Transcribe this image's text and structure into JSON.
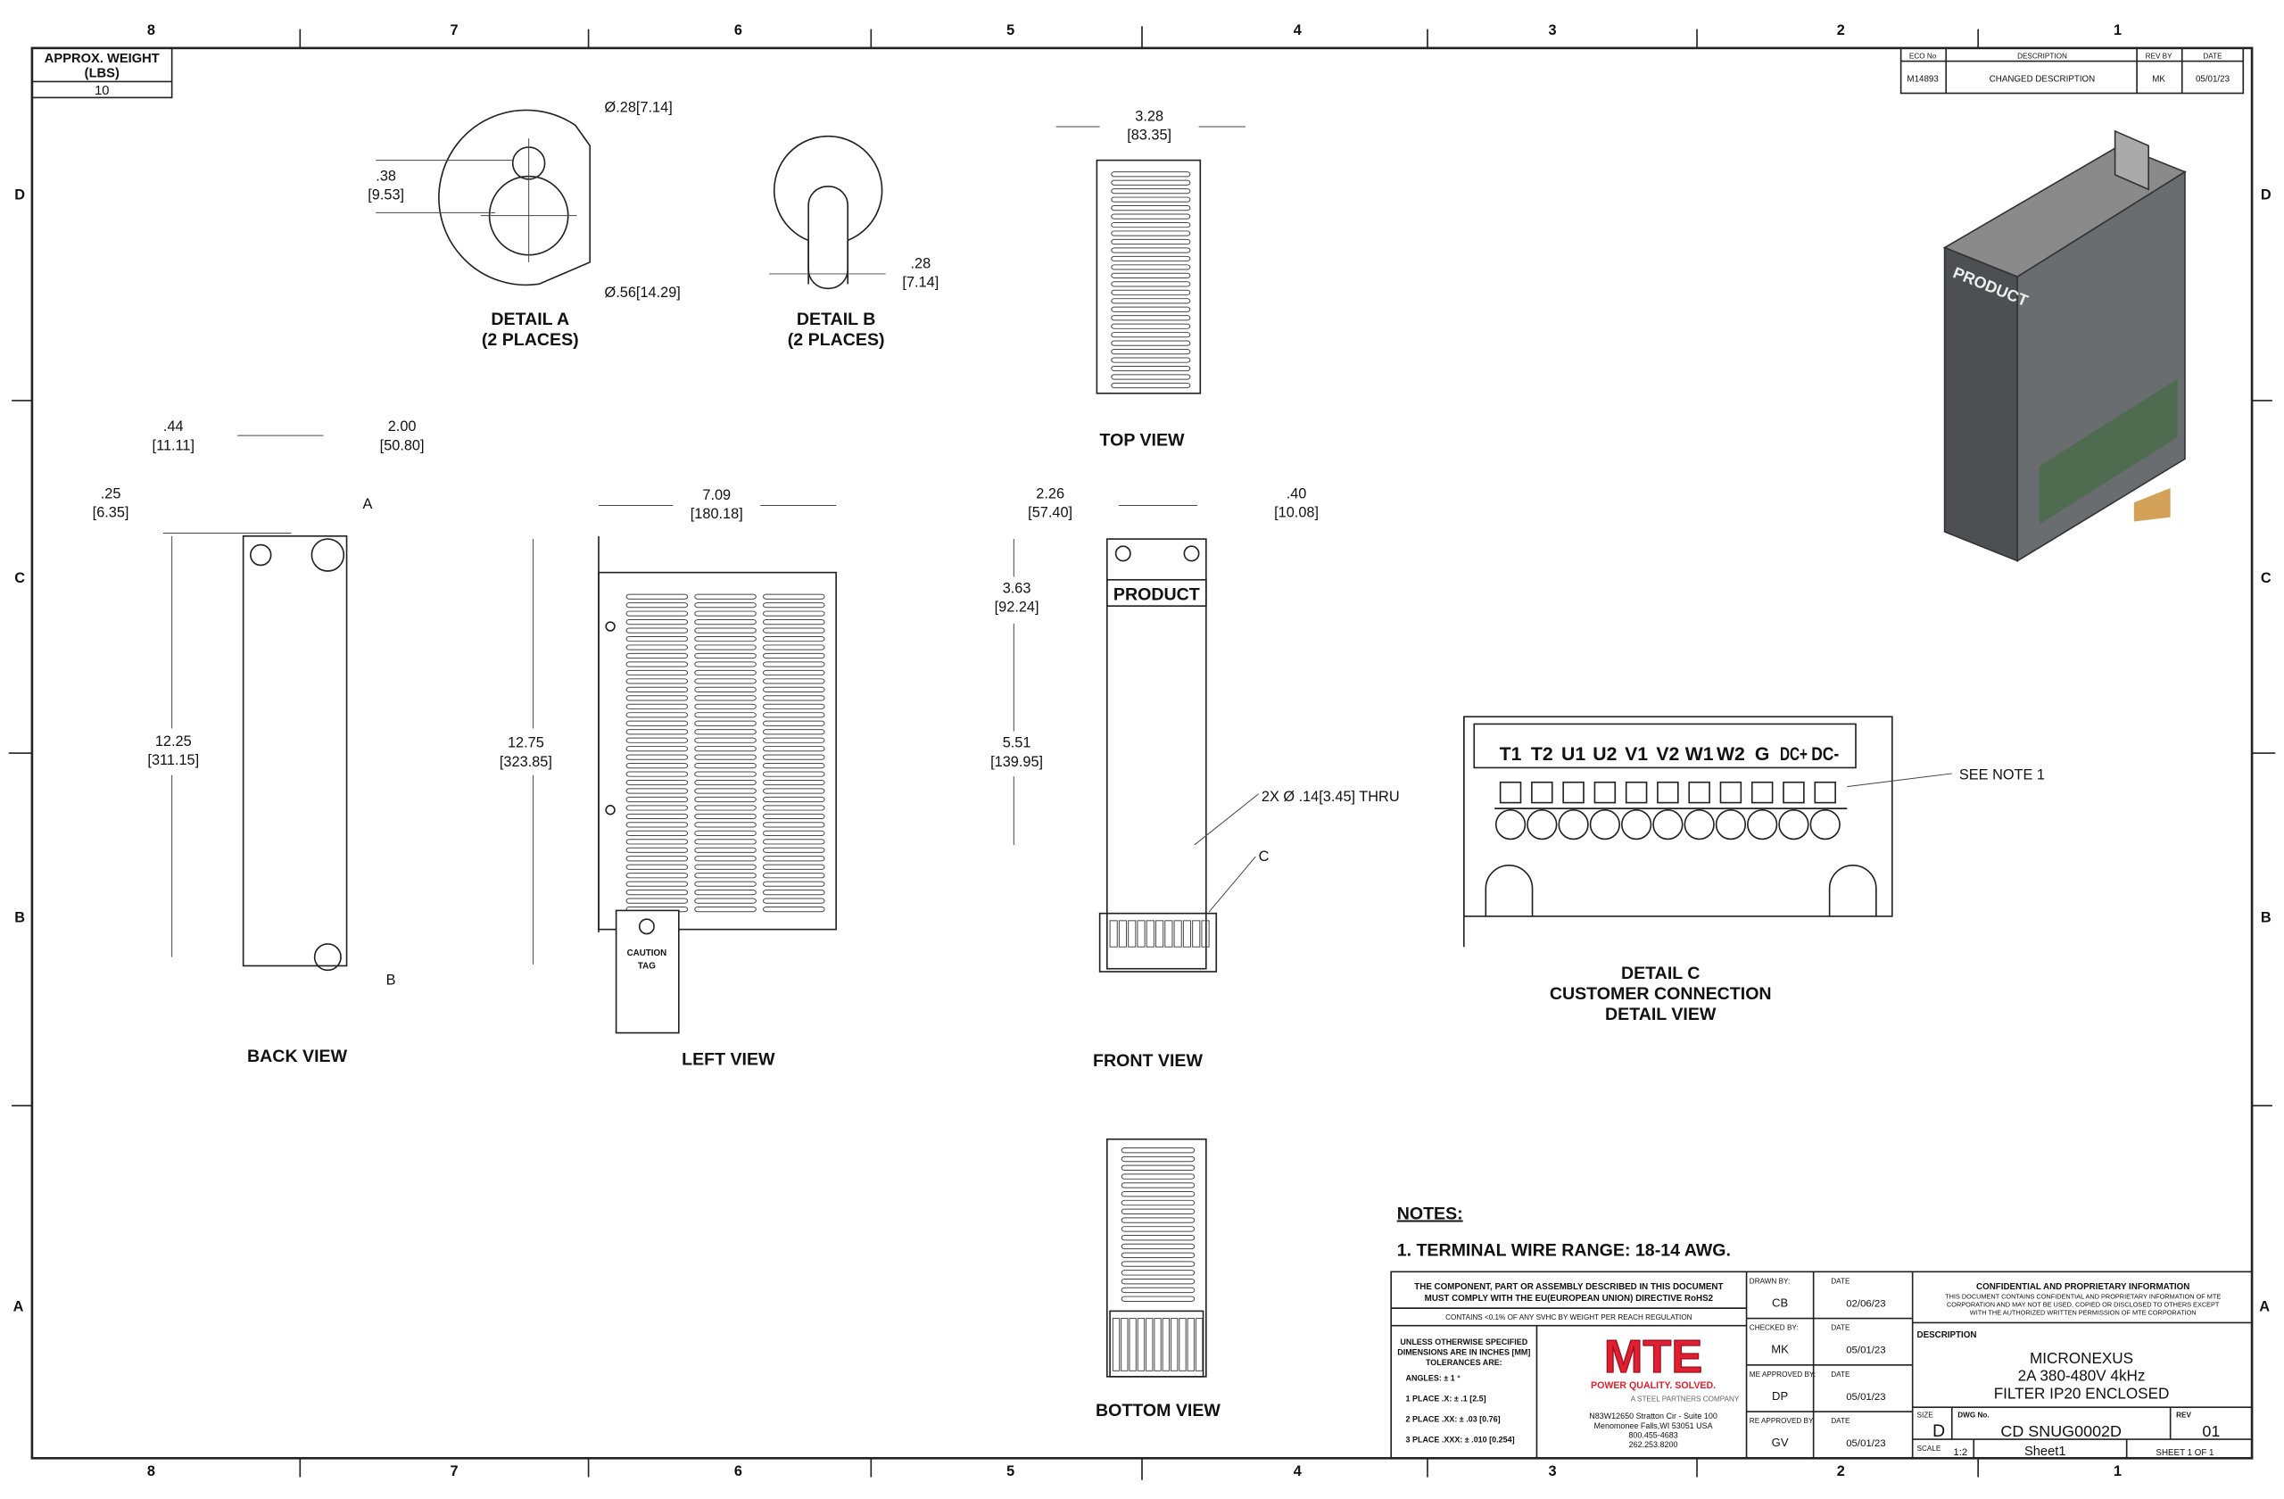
{
  "zones": {
    "cols": [
      "8",
      "7",
      "6",
      "5",
      "4",
      "3",
      "2",
      "1"
    ],
    "rows": [
      "D",
      "C",
      "B",
      "A"
    ]
  },
  "weight": {
    "label1": "APPROX. WEIGHT",
    "label2": "(LBS)",
    "value": "10"
  },
  "revision": {
    "headers": [
      "ECO No",
      "DESCRIPTION",
      "REV BY",
      "DATE"
    ],
    "row": [
      "M14893",
      "CHANGED DESCRIPTION",
      "MK",
      "05/01/23"
    ]
  },
  "views": {
    "detail_a": {
      "title": "DETAIL A",
      "sub": "(2 PLACES)",
      "dims": [
        ".38",
        "[9.53]",
        "Ø.28[7.14]",
        "Ø.56[14.29]"
      ]
    },
    "detail_b": {
      "title": "DETAIL B",
      "sub": "(2 PLACES)",
      "dims": [
        ".28",
        "[7.14]"
      ]
    },
    "top": {
      "title": "TOP VIEW",
      "dims": [
        "3.28",
        "[83.35]"
      ]
    },
    "back": {
      "title": "BACK VIEW",
      "dims": [
        ".44",
        "[11.11]",
        "2.00",
        "[50.80]",
        ".25",
        "[6.35]",
        "12.25",
        "[311.15]"
      ],
      "callouts": [
        "A",
        "B"
      ]
    },
    "left": {
      "title": "LEFT VIEW",
      "dims": [
        "7.09",
        "[180.18]",
        "12.75",
        "[323.85]"
      ],
      "tag": [
        "CAUTION",
        "TAG"
      ]
    },
    "front": {
      "title": "FRONT VIEW",
      "dims": [
        "2.26",
        "[57.40]",
        ".40",
        "[10.08]",
        "3.63",
        "[92.24]",
        "5.51",
        "[139.95]",
        "2X Ø .14[3.45] THRU"
      ],
      "label": "PRODUCT",
      "callout": "C"
    },
    "bottom": {
      "title": "BOTTOM VIEW"
    },
    "detail_c": {
      "title1": "DETAIL C",
      "title2": "CUSTOMER CONNECTION",
      "title3": "DETAIL VIEW",
      "terminals": [
        "T1",
        "T2",
        "U1",
        "U2",
        "V1",
        "V2",
        "W1",
        "W2",
        "G",
        "DC+",
        "DC-"
      ],
      "note_ref": "SEE NOTE 1"
    },
    "iso": {
      "label": "PRODUCT"
    }
  },
  "notes": {
    "title": "NOTES:",
    "items": [
      "1.  TERMINAL WIRE RANGE: 18-14 AWG."
    ]
  },
  "title_block": {
    "rohs1": "THE COMPONENT, PART OR ASSEMBLY DESCRIBED IN THIS DOCUMENT",
    "rohs2": "MUST COMPLY WITH THE EU(EUROPEAN UNION) DIRECTIVE RoHS2",
    "reach": "CONTAINS <0.1% OF ANY SVHC BY WEIGHT PER REACH REGULATION",
    "tol": [
      "UNLESS OTHERWISE SPECIFIED",
      "DIMENSIONS ARE IN INCHES [MM]",
      "TOLERANCES ARE:",
      "ANGLES: ± 1 °",
      "1 PLACE .X: ± .1 [2.5]",
      "2 PLACE .XX: ± .03 [0.76]",
      "3 PLACE .XXX: ± .010 [0.254]"
    ],
    "logo": "MTE",
    "slogan": "POWER QUALITY. SOLVED.",
    "parent": "A STEEL PARTNERS COMPANY",
    "address": [
      "N83W12650 Stratton Cir - Suite 100",
      "Menomonee Falls,WI 53051 USA",
      "800.455-4683",
      "262.253.8200"
    ],
    "signoffs": [
      {
        "label": "DRAWN BY:",
        "name": "CB",
        "date": "02/06/23"
      },
      {
        "label": "CHECKED BY:",
        "name": "MK",
        "date": "05/01/23"
      },
      {
        "label": "ME APPROVED BY:",
        "name": "DP",
        "date": "05/01/23"
      },
      {
        "label": "RE APPROVED BY:",
        "name": "GV",
        "date": "05/01/23"
      }
    ],
    "date_label": "DATE",
    "conf_title": "CONFIDENTIAL AND PROPRIETARY INFORMATION",
    "conf_text": [
      "THIS DOCUMENT CONTAINS CONFIDENTIAL AND PROPRIETARY INFORMATION OF MTE",
      "CORPORATION AND MAY NOT BE USED, COPIED OR DISCLOSED TO OTHERS EXCEPT",
      "WITH THE AUTHORIZED WRITTEN PERMISSION OF MTE CORPORATION"
    ],
    "desc_label": "DESCRIPTION",
    "desc": [
      "MICRONEXUS",
      "2A 380-480V 4kHz",
      "FILTER IP20 ENCLOSED"
    ],
    "size_label": "SIZE",
    "size": "D",
    "dwg_label": "DWG No.",
    "dwg": "CD SNUG0002D",
    "rev_label": "REV",
    "rev": "01",
    "scale_label": "SCALE",
    "scale": "1:2",
    "sheet_name": "Sheet1",
    "sheet": "SHEET 1  OF 1"
  },
  "colors": {
    "logo_red": "#e02030",
    "line": "#222222"
  }
}
